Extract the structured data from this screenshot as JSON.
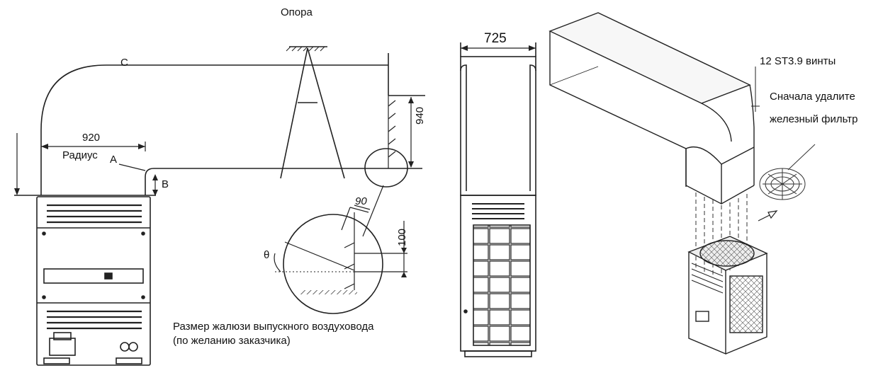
{
  "left": {
    "support_label": "Опора",
    "label_c": "C",
    "dim_920": "920",
    "radius_label": "Радиус",
    "label_a": "A",
    "label_b": "B",
    "dim_940": "940",
    "dim_90": "90",
    "dim_100": "100",
    "theta": "θ",
    "caption_line1": "Размер жалюзи выпускного воздуховода",
    "caption_line2": "(по желанию заказчика)"
  },
  "right": {
    "dim_725": "725",
    "screws_label": "12 ST3.9 винты",
    "remove_line1": "Сначала удалите",
    "remove_line2": "железный фильтр"
  }
}
